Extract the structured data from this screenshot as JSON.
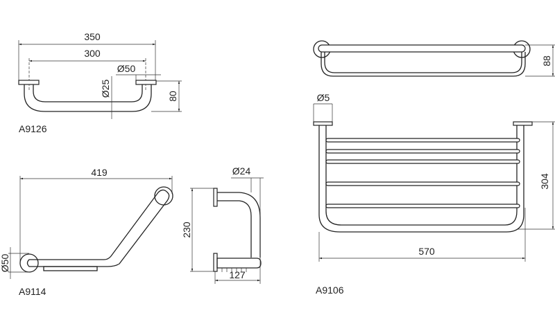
{
  "products": [
    {
      "model": "A9126",
      "dimensions": {
        "overall_width": "350",
        "center_width": "300",
        "flange_diameter": "Ø50",
        "tube_diameter": "Ø25",
        "projection": "80"
      }
    },
    {
      "model": "A9114",
      "dimensions": {
        "overall_width": "419",
        "flange_diameter": "Ø50",
        "tube_diameter": "Ø24",
        "height": "230",
        "depth": "127"
      }
    },
    {
      "model": "A9106",
      "dimensions": {
        "depth_top_view": "88",
        "flange_label": "Ø5",
        "height": "304",
        "overall_width": "570"
      }
    }
  ]
}
